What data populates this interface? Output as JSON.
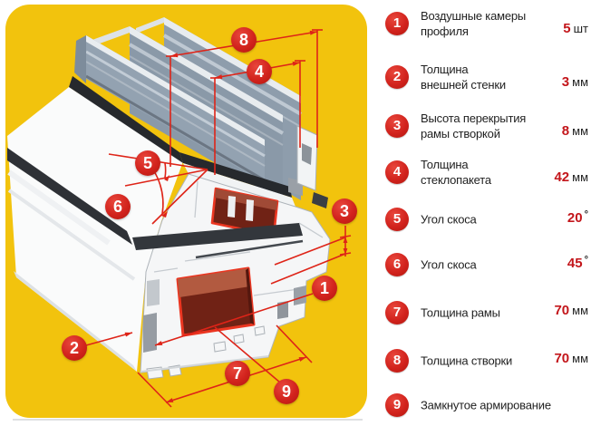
{
  "colors": {
    "panel_bg": "#f2c30d",
    "annotation_red": "#de2418",
    "callout_red": "#d2231d",
    "value_red": "#c3161b",
    "steel_fill": "#702215",
    "steel_outline": "#eb3621",
    "glass_blue": "#8e9dac",
    "gasket_dark": "#26292d"
  },
  "legend": {
    "items": [
      {
        "num": "1",
        "line1": "Воздушные камеры",
        "line2": "профиля",
        "value": "5",
        "unit": "шт"
      },
      {
        "num": "2",
        "line1": "Толщина",
        "line2": "внешней стенки",
        "value": "3",
        "unit": "мм"
      },
      {
        "num": "3",
        "line1": "Высота перекрытия",
        "line2": "рамы створкой",
        "value": "8",
        "unit": "мм"
      },
      {
        "num": "4",
        "line1": "Толщина",
        "line2": "стеклопакета",
        "value": "42",
        "unit": "мм"
      },
      {
        "num": "5",
        "line1": "Угол скоса",
        "line2": "",
        "value": "20",
        "unit": "°"
      },
      {
        "num": "6",
        "line1": "Угол скоса",
        "line2": "",
        "value": "45",
        "unit": "°"
      },
      {
        "num": "7",
        "line1": "Толщина рамы",
        "line2": "",
        "value": "70",
        "unit": "мм"
      },
      {
        "num": "8",
        "line1": "Толщина створки",
        "line2": "",
        "value": "70",
        "unit": "мм"
      },
      {
        "num": "9",
        "line1": "Замкнутое армирование",
        "line2": "",
        "value": "",
        "unit": ""
      }
    ]
  },
  "diagram": {
    "callouts": [
      {
        "num": "8"
      },
      {
        "num": "4"
      },
      {
        "num": "5"
      },
      {
        "num": "6"
      },
      {
        "num": "3"
      },
      {
        "num": "1"
      },
      {
        "num": "2"
      },
      {
        "num": "7"
      },
      {
        "num": "9"
      }
    ]
  }
}
